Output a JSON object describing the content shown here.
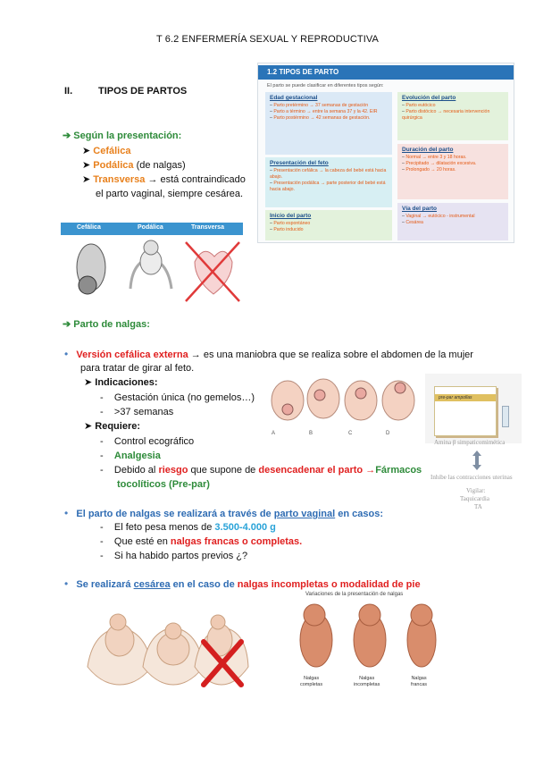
{
  "header": {
    "title": "T 6.2 ENFERMERÍA SEXUAL Y REPRODUCTIVA"
  },
  "section": {
    "num": "II.",
    "title": "TIPOS DE PARTOS"
  },
  "presentacion": {
    "heading": "Según la presentación:",
    "items": [
      {
        "term": "Cefálica",
        "rest": ""
      },
      {
        "term": "Podálica",
        "rest": " (de nalgas)"
      },
      {
        "term": "Transversa",
        "rest": " → está contraindicado"
      }
    ],
    "cont": "el parto vaginal, siempre cesárea.",
    "strip": {
      "c1": "Cefálica",
      "c2": "Podálica",
      "c3": "Transversa"
    }
  },
  "tipos_table": {
    "title": "1.2  TIPOS DE PARTO",
    "intro": "El parto se puede clasificar en diferentes tipos según:",
    "edad": {
      "title": "Edad gestacional",
      "items": [
        "Parto pretérmino → 37 semanas de gestación",
        "Parto a término → entre la semana 37 y la 42. EIR",
        "Parto postérmino → 42 semanas de gestación."
      ]
    },
    "presentacion": {
      "title": "Presentación del feto",
      "items": [
        "Presentación cefálica → la cabeza del bebé está hacia abajo.",
        "Presentación podálica → parte posterior del bebé está hacia abajo."
      ]
    },
    "inicio": {
      "title": "Inicio del parto",
      "items": [
        "Parto espontáneo",
        "Parto inducido"
      ]
    },
    "evolucion": {
      "title": "Evolución del parto",
      "items": [
        "Parto eutócico",
        "Parto distócico → necesaria intervención quirúrgica"
      ]
    },
    "duracion": {
      "title": "Duración del parto",
      "items": [
        "Normal → entre 3 y 18 horas.",
        "Precipitado → dilatación excesiva.",
        "Prolongado → 20 horas."
      ]
    },
    "via": {
      "title": "Vía del parto",
      "items": [
        "Vaginal → eutócico - instrumental",
        "Cesárea"
      ]
    }
  },
  "nalgas": {
    "heading": "Parto de nalgas:",
    "version_term": "Versión cefálica externa",
    "version_rest": " → es una maniobra que se realiza sobre el abdomen de la mujer",
    "version_cont": "para tratar de girar al feto.",
    "ind_label": "Indicaciones:",
    "ind_items": [
      "Gestación única (no gemelos…)",
      ">37 semanas"
    ],
    "req_label": "Requiere:",
    "req_items": [
      "Control ecográfico",
      "Analgesia"
    ],
    "req3_a": "Debido al ",
    "req3_b": "riesgo",
    "req3_c": " que supone de ",
    "req3_d": "desencadenar el parto",
    "req3_e": " →",
    "req3_f": "Fármacos",
    "req3_g": "tocolíticos (Pre-par)",
    "fig_labels": [
      "A",
      "B",
      "C",
      "D"
    ],
    "drug": {
      "box": "pre-par ampollas",
      "amina": "Amina β simpaticomimética",
      "inhibe": "Inhibe las contracciones uterinas",
      "vigilar": "Vigilar:",
      "taqui": "Taquicardia",
      "ta": "TA"
    }
  },
  "vaginal": {
    "a": "El parto de nalgas se realizará a través de ",
    "b": "parto vaginal",
    "c": " en casos:",
    "items": [
      {
        "a": "El feto pesa menos de ",
        "b": "3.500-4.000 g"
      },
      {
        "a": "Que esté en ",
        "b": "nalgas francas o completas."
      },
      {
        "a": "Si ha habido partos previos ¿?",
        "b": ""
      }
    ]
  },
  "cesarea": {
    "a": "Se realizará ",
    "b": "cesárea",
    "c": " en el caso de ",
    "d": "nalgas incompletas o modalidad de pie"
  },
  "variaciones": {
    "title": "Variaciones de la presentación de nalgas",
    "l1a": "Nalgas",
    "l1b": "completas",
    "l2a": "Nalgas",
    "l2b": "incompletas",
    "l3a": "Nalgas",
    "l3b": "francas"
  },
  "colors": {
    "accent_blue": "#2a74b8",
    "green": "#2e8b3a",
    "red": "#e02020",
    "orange": "#e8801c"
  }
}
